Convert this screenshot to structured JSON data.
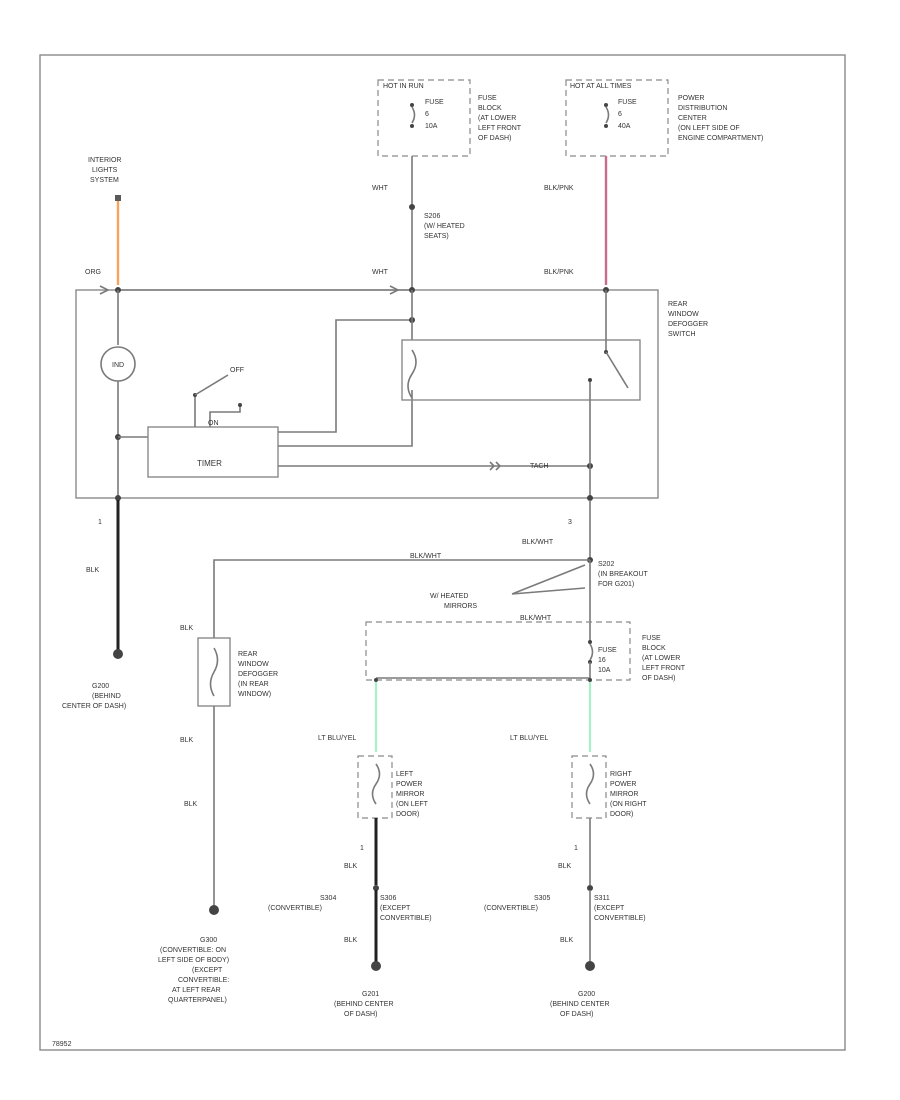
{
  "colors": {
    "orange_wire": "#f7a35c",
    "pink_wire": "#c96b8e",
    "green_wire": "#a8f0c8",
    "line": "#7a7a7a"
  },
  "left": {
    "switch_label": [
      "INTERIOR",
      "LIGHTS",
      "SYSTEM"
    ],
    "wire_org": "ORG",
    "ind": "IND",
    "pin1": "1",
    "wire_blk": "BLK",
    "ground": [
      "G200",
      "(BEHIND",
      "CENTER OF DASH)"
    ]
  },
  "fuse_left": {
    "header": "HOT IN RUN",
    "fuse": [
      "FUSE",
      "6",
      "10A"
    ],
    "desc": [
      "FUSE",
      "BLOCK",
      "(AT LOWER",
      "LEFT FRONT",
      "OF DASH)"
    ]
  },
  "fuse_right": {
    "header": "HOT AT ALL TIMES",
    "fuse": [
      "FUSE",
      "6",
      "40A"
    ],
    "desc": [
      "POWER",
      "DISTRIBUTION",
      "CENTER",
      "(ON LEFT SIDE OF",
      "ENGINE COMPARTMENT)"
    ]
  },
  "mid": {
    "wire_wht_top": "WHT",
    "splice": [
      "S206",
      "(W/ HEATED",
      "SEATS)"
    ],
    "wire_wht_bot": "WHT"
  },
  "right_feed": {
    "wire_top": "BLK/PNK",
    "wire_bot": "BLK/PNK"
  },
  "switch_box": {
    "label": [
      "REAR",
      "WINDOW",
      "DEFOGGER",
      "SWITCH"
    ],
    "off": "OFF",
    "on": "ON",
    "timer": "TIMER",
    "wire_tach": "TACH"
  },
  "lower": {
    "pin3": "3",
    "wire_blkwht_r": "BLK/WHT",
    "wire_blkwht_l": "BLK/WHT",
    "splice": [
      "S202",
      "(IN BREAKOUT",
      "FOR G201)"
    ],
    "heated_mirrors": [
      "W/ HEATED",
      "MIRRORS"
    ],
    "wire_dash": "BLK/WHT",
    "fuse": [
      "FUSE",
      "16",
      "10A"
    ],
    "fuse_desc": [
      "FUSE",
      "BLOCK",
      "(AT LOWER",
      "LEFT FRONT",
      "OF DASH)"
    ]
  },
  "defogger": {
    "wire_top": "BLK",
    "label": [
      "REAR",
      "WINDOW",
      "DEFOGGER",
      "(IN REAR",
      "WINDOW)"
    ],
    "wire_mid": "BLK",
    "wire_bot": "BLK",
    "ground": [
      "G300",
      "(CONVERTIBLE: ON",
      "LEFT SIDE OF BODY)",
      "(EXCEPT",
      "CONVERTIBLE:",
      "AT LEFT REAR",
      "QUARTERPANEL)"
    ]
  },
  "mirror_left": {
    "wire": "LT BLU/YEL",
    "label": [
      "LEFT",
      "POWER",
      "MIRROR",
      "(ON LEFT",
      "DOOR)"
    ],
    "pin": "1",
    "wire_blk": "BLK",
    "splices": [
      "S304",
      "(CONVERTIBLE)",
      "S306",
      "(EXCEPT",
      "CONVERTIBLE)"
    ],
    "wire_blk2": "BLK",
    "ground": [
      "G201",
      "(BEHIND CENTER",
      "OF DASH)"
    ]
  },
  "mirror_right": {
    "wire": "LT BLU/YEL",
    "label": [
      "RIGHT",
      "POWER",
      "MIRROR",
      "(ON RIGHT",
      "DOOR)"
    ],
    "pin": "1",
    "wire_blk": "BLK",
    "splices": [
      "S305",
      "(CONVERTIBLE)",
      "S311",
      "(EXCEPT",
      "CONVERTIBLE)"
    ],
    "wire_blk2": "BLK",
    "ground": [
      "G200",
      "(BEHIND CENTER",
      "OF DASH)"
    ]
  },
  "figure_id": "78952"
}
